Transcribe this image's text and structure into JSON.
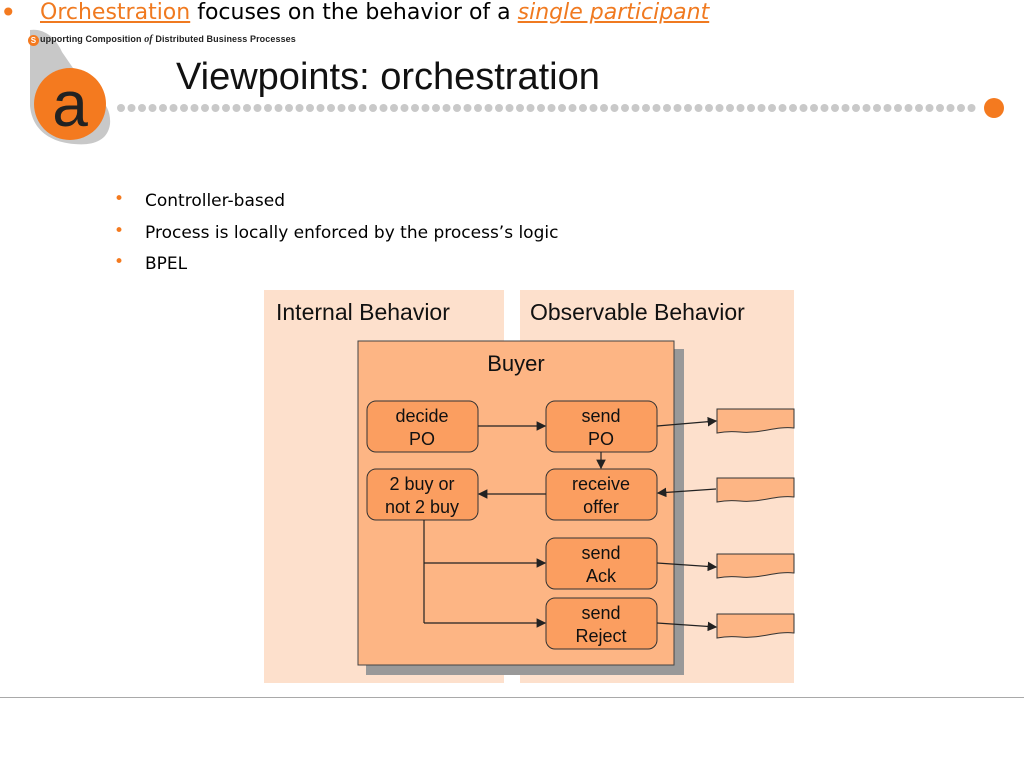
{
  "header": {
    "tagline": {
      "s_letter": "S",
      "part1": "upporting Composition",
      "of": "of",
      "part2": "Distributed Business Processes"
    },
    "logo_letter": "a",
    "title": "Viewpoints: orchestration"
  },
  "bullets": {
    "main": {
      "term": "Orchestration",
      "middle": " focuses on the behavior of a ",
      "emphasis": "single participant"
    },
    "sub": [
      "Controller-based",
      "Process is locally enforced by the process’s logic",
      "BPEL"
    ]
  },
  "diagram": {
    "internal_label": "Internal Behavior",
    "observable_label": "Observable Behavior",
    "container_label": "Buyer",
    "boxes": {
      "decide": [
        "decide",
        "PO"
      ],
      "buy": [
        "2 buy or",
        "not 2 buy"
      ],
      "sendpo": [
        "send",
        "PO"
      ],
      "receive": [
        "receive",
        "offer"
      ],
      "sendack": [
        "send",
        "Ack"
      ],
      "sendrej": [
        "send",
        "Reject"
      ]
    }
  },
  "colors": {
    "accent": "#f47a1f",
    "panel": "#fde0cc",
    "container": "#fdb584",
    "box": "#fb9e60",
    "shadow": "#999999"
  }
}
